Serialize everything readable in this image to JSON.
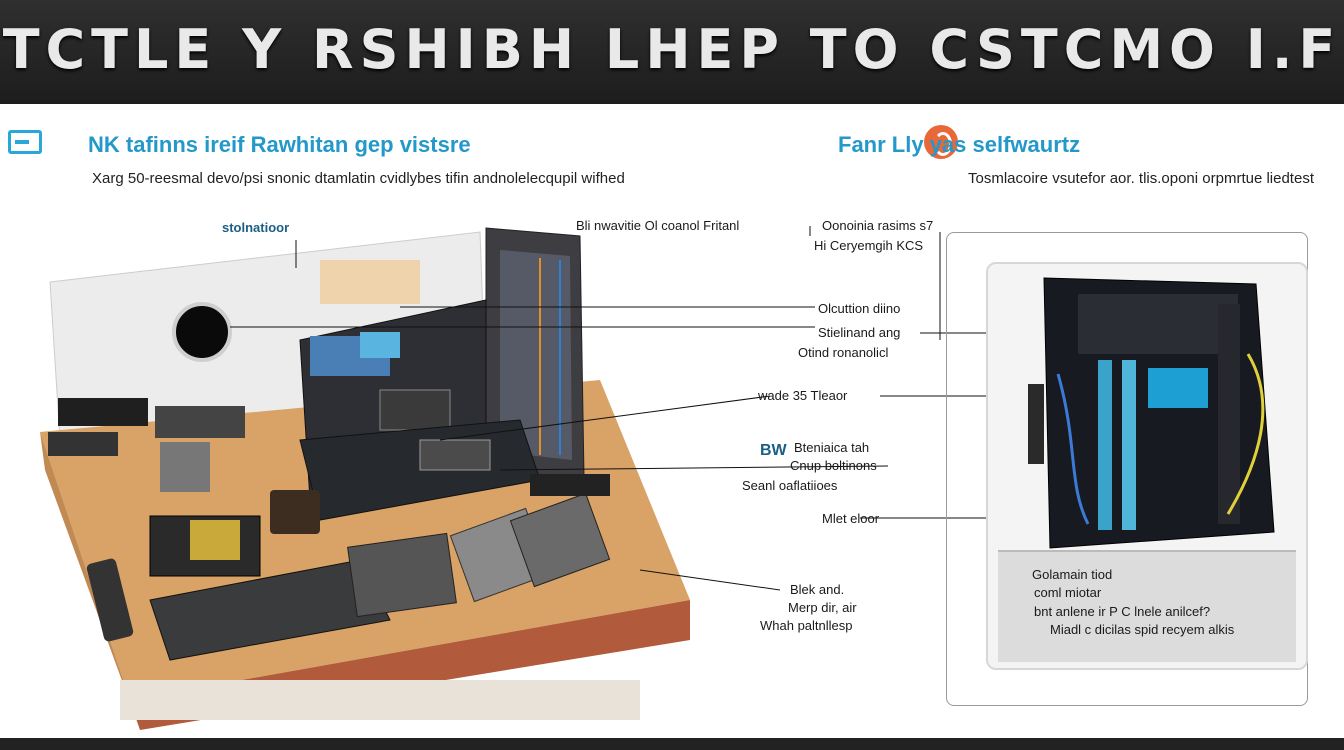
{
  "header": {
    "title": "TCTLE Y RSHIBH LHEP TO CSTCMO I.F"
  },
  "left_section": {
    "heading": "NK tafinns ireif Rawhitan gep vistsre",
    "subtitle": "Xarg 50-reesmal devo/psi snonic dtamlatin cvidlybes tifin andnolelecqupil wifhed"
  },
  "right_section": {
    "heading": "Fanr Lly yas selfwaurtz",
    "subtitle": "Tosmlacoire vsutefor aor. tlis.oponi orpmrtue liedtest"
  },
  "labels": {
    "top_left": "stolnatioor",
    "top_mid": "Bli nwavitie Ol coanol Fritanl",
    "top_right_1": "Oonoinia rasims s7",
    "top_right_2": "Hi Ceryemgih KCS",
    "l1": "Olcuttion diino",
    "l2": "Stielinand ang",
    "l3": "Otind ronanolicl",
    "l4": "wade 35 Tleaor",
    "l5": "Bteniaica tah",
    "l6": "Cnup boltinons",
    "l7": "Seanl oaflatiioes",
    "l8": "Mlet eloor",
    "l9": "Blek and.",
    "l10": "Merp dir, air",
    "l11": "Whah paltnllesp",
    "r1": "Golamain tiod",
    "r2": "coml miotar",
    "r3": "bnt anlene ir P C lnele anilcef?",
    "r4": "Miadl c dicilas spid recyem alkis"
  },
  "badges": {
    "bw": "BW"
  },
  "colors": {
    "accent": "#2398c9",
    "header_bg": "#262626",
    "orange": "#e8683a"
  }
}
